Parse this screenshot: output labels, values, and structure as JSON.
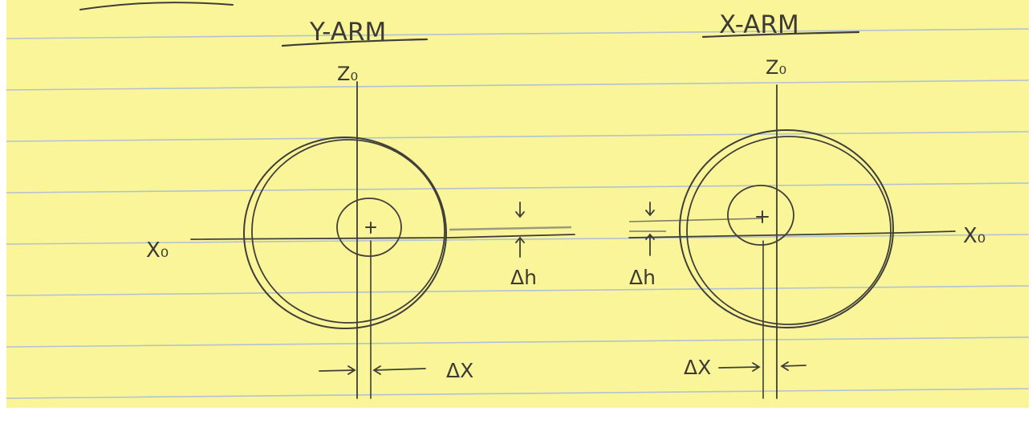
{
  "colors": {
    "paper": "#fbf59a",
    "ink": "#3f3e38",
    "rule": "#b3c2d2"
  },
  "y_arm": {
    "title": "Y-ARM",
    "z_label": "Z₀",
    "x_label": "X₀",
    "dh_label": "Δh",
    "dx_label": "ΔX"
  },
  "x_arm": {
    "title": "X-ARM",
    "z_label": "Z₀",
    "x_label": "X₀",
    "dh_label": "Δh",
    "dx_label": "ΔX"
  }
}
